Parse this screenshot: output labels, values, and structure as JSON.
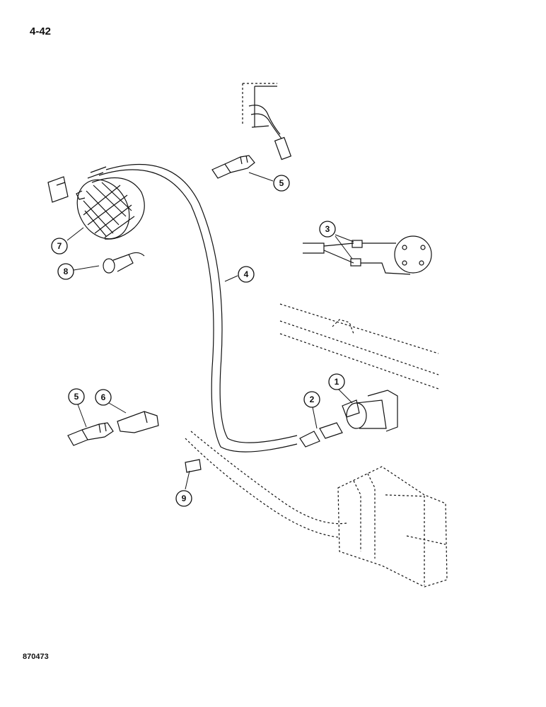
{
  "page_number": "4-42",
  "figure_ref": "870473",
  "callouts": [
    {
      "label": "1"
    },
    {
      "label": "2"
    },
    {
      "label": "3"
    },
    {
      "label": "4"
    },
    {
      "label": "5"
    },
    {
      "label": "5"
    },
    {
      "label": "6"
    },
    {
      "label": "7"
    },
    {
      "label": "8"
    },
    {
      "label": "9"
    }
  ],
  "colors": {
    "ink": "#111111",
    "paper": "#ffffff"
  }
}
